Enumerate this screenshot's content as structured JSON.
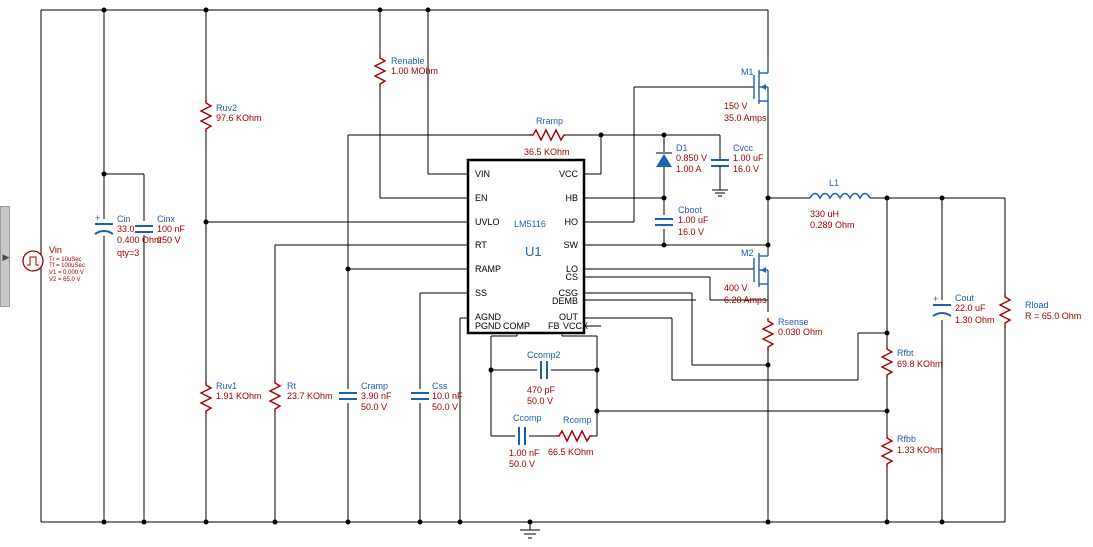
{
  "side_panel": {
    "toggle_icon": "play-arrow-icon"
  },
  "vin": {
    "ref": "Vin",
    "params": [
      "Tr = 10uSec",
      "Tf = 100uSec",
      "V1 = 0.000 V",
      "V2 = 65.0 V"
    ]
  },
  "cin": {
    "ref": "Cin",
    "value": "33.0 uF",
    "esr": "0.400 Ohm",
    "qty": "qty=3"
  },
  "cinx": {
    "ref": "Cinx",
    "value": "100 nF",
    "voltage": "250 V"
  },
  "ruv2": {
    "ref": "Ruv2",
    "value": "97.6 KOhm"
  },
  "ruv1": {
    "ref": "Ruv1",
    "value": "1.91 KOhm"
  },
  "renable": {
    "ref": "Renable",
    "value": "1.00 MOhm"
  },
  "rramp": {
    "ref": "Rramp",
    "value": "36.5 KOhm"
  },
  "rt": {
    "ref": "Rt",
    "value": "23.7 KOhm"
  },
  "cramp": {
    "ref": "Cramp",
    "value": "3.90 nF",
    "voltage": "50.0 V"
  },
  "css": {
    "ref": "Css",
    "value": "10.0 nF",
    "voltage": "50.0 V"
  },
  "ccomp2": {
    "ref": "Ccomp2",
    "value": "470 pF",
    "voltage": "50.0 V"
  },
  "ccomp": {
    "ref": "Ccomp",
    "value": "1.00 nF",
    "voltage": "50.0 V"
  },
  "rcomp": {
    "ref": "Rcomp",
    "value": "66.5 KOhm"
  },
  "d1": {
    "ref": "D1",
    "vf": "0.850 V",
    "current": "1.00 A"
  },
  "cvcc": {
    "ref": "Cvcc",
    "value": "1.00 uF",
    "voltage": "16.0 V"
  },
  "cboot": {
    "ref": "Cboot",
    "value": "1.00 uF",
    "voltage": "16.0 V"
  },
  "m1": {
    "ref": "M1",
    "voltage": "150 V",
    "current": "35.0 Amps"
  },
  "m2": {
    "ref": "M2",
    "voltage": "400 V",
    "current": "6.20 Amps"
  },
  "rsense": {
    "ref": "Rsense",
    "value": "0.030 Ohm"
  },
  "l1": {
    "ref": "L1",
    "value": "330 uH",
    "dcr": "0.289 Ohm"
  },
  "cout": {
    "ref": "Cout",
    "value": "22.0 uF",
    "esr": "1.30 Ohm"
  },
  "rload": {
    "ref": "Rload",
    "value": "R = 65.0 Ohm"
  },
  "rfbt": {
    "ref": "Rfbt",
    "value": "69.8 KOhm"
  },
  "rfbb": {
    "ref": "Rfbb",
    "value": "1.33 KOhm"
  },
  "u1": {
    "part": "LM5116",
    "ref": "U1",
    "pins_left": [
      "VIN",
      "EN",
      "UVLO",
      "RT",
      "RAMP",
      "SS",
      "AGND",
      "PGND"
    ],
    "pins_right": [
      "VCC",
      "HB",
      "HO",
      "SW",
      "LO",
      "CS",
      "CSG",
      "DEMB",
      "OUT",
      "VCCX"
    ],
    "pins_bottom": [
      "COMP",
      "FB"
    ]
  }
}
